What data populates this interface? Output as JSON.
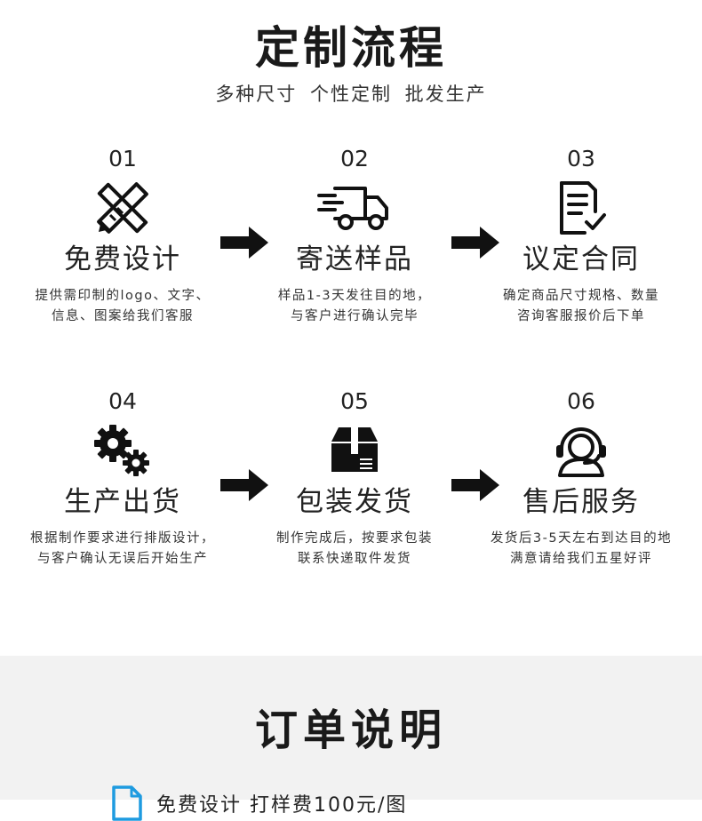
{
  "header": {
    "title": "定制流程",
    "subtitle": "多种尺寸  个性定制  批发生产"
  },
  "steps": [
    {
      "num": "01",
      "name": "免费设计",
      "desc1": "提供需印制的logo、文字、",
      "desc2": "信息、图案给我们客服",
      "icon": "pencil-ruler-icon"
    },
    {
      "num": "02",
      "name": "寄送样品",
      "desc1": "样品1-3天发往目的地，",
      "desc2": "与客户进行确认完毕",
      "icon": "delivery-truck-icon"
    },
    {
      "num": "03",
      "name": "议定合同",
      "desc1": "确定商品尺寸规格、数量",
      "desc2": "咨询客服报价后下单",
      "icon": "contract-check-icon"
    },
    {
      "num": "04",
      "name": "生产出货",
      "desc1": "根据制作要求进行排版设计，",
      "desc2": "与客户确认无误后开始生产",
      "icon": "gears-icon"
    },
    {
      "num": "05",
      "name": "包装发货",
      "desc1": "制作完成后，按要求包装",
      "desc2": "联系快递取件发货",
      "icon": "package-box-icon"
    },
    {
      "num": "06",
      "name": "售后服务",
      "desc1": "发货后3-5天左右到达目的地",
      "desc2": "满意请给我们五星好评",
      "icon": "headset-agent-icon"
    }
  ],
  "order": {
    "title": "订单说明",
    "item1": "免费设计 打样费100元/图",
    "item1_icon": "document-icon",
    "accent": "#1e9be0"
  }
}
